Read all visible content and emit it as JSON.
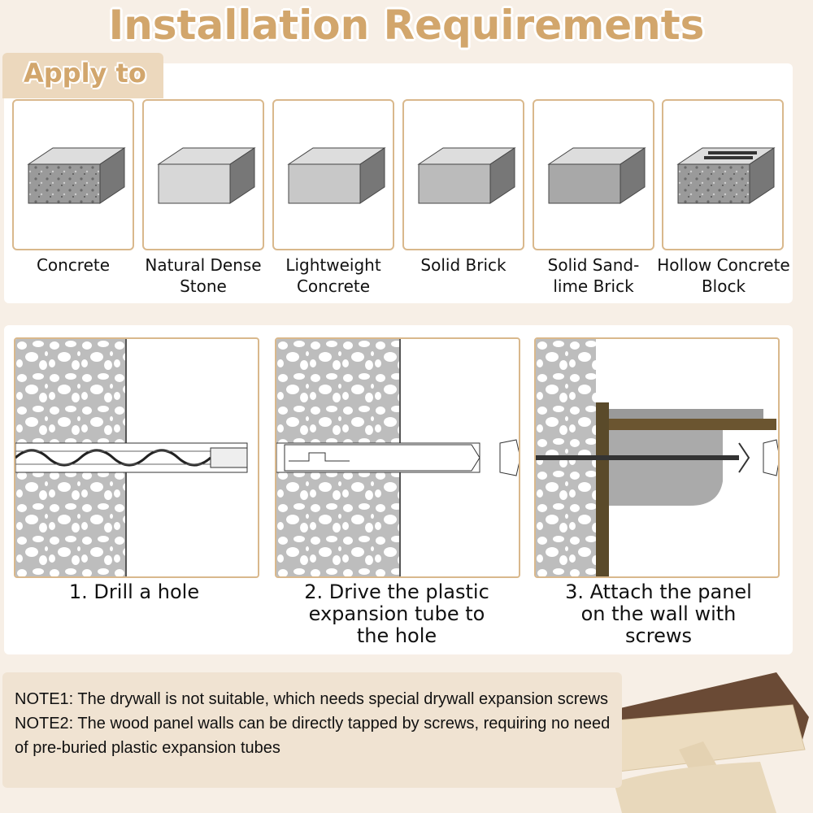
{
  "title": "Installation Requirements",
  "apply_to": {
    "label": "Apply to",
    "materials": [
      {
        "name": "Concrete"
      },
      {
        "name": "Natural Dense Stone"
      },
      {
        "name": "Lightweight Concrete"
      },
      {
        "name": "Solid Brick"
      },
      {
        "name": "Solid Sand-lime Brick"
      },
      {
        "name": "Hollow Concrete Block"
      }
    ]
  },
  "steps": [
    {
      "caption": "1. Drill a hole"
    },
    {
      "caption": "2. Drive the plastic expansion tube to the hole"
    },
    {
      "caption": "3. Attach the panel on the wall with screws"
    }
  ],
  "notes": {
    "note1": "NOTE1: The drywall is not suitable, which needs special drywall expansion screws",
    "note2": "NOTE2: The wood panel walls can be directly tapped by screws, requiring no need of pre-buried plastic expansion tubes"
  },
  "colors": {
    "accent": "#d2a66c",
    "tab": "#ecd8bd",
    "border": "#d9b88c",
    "background": "#f7efe6"
  }
}
